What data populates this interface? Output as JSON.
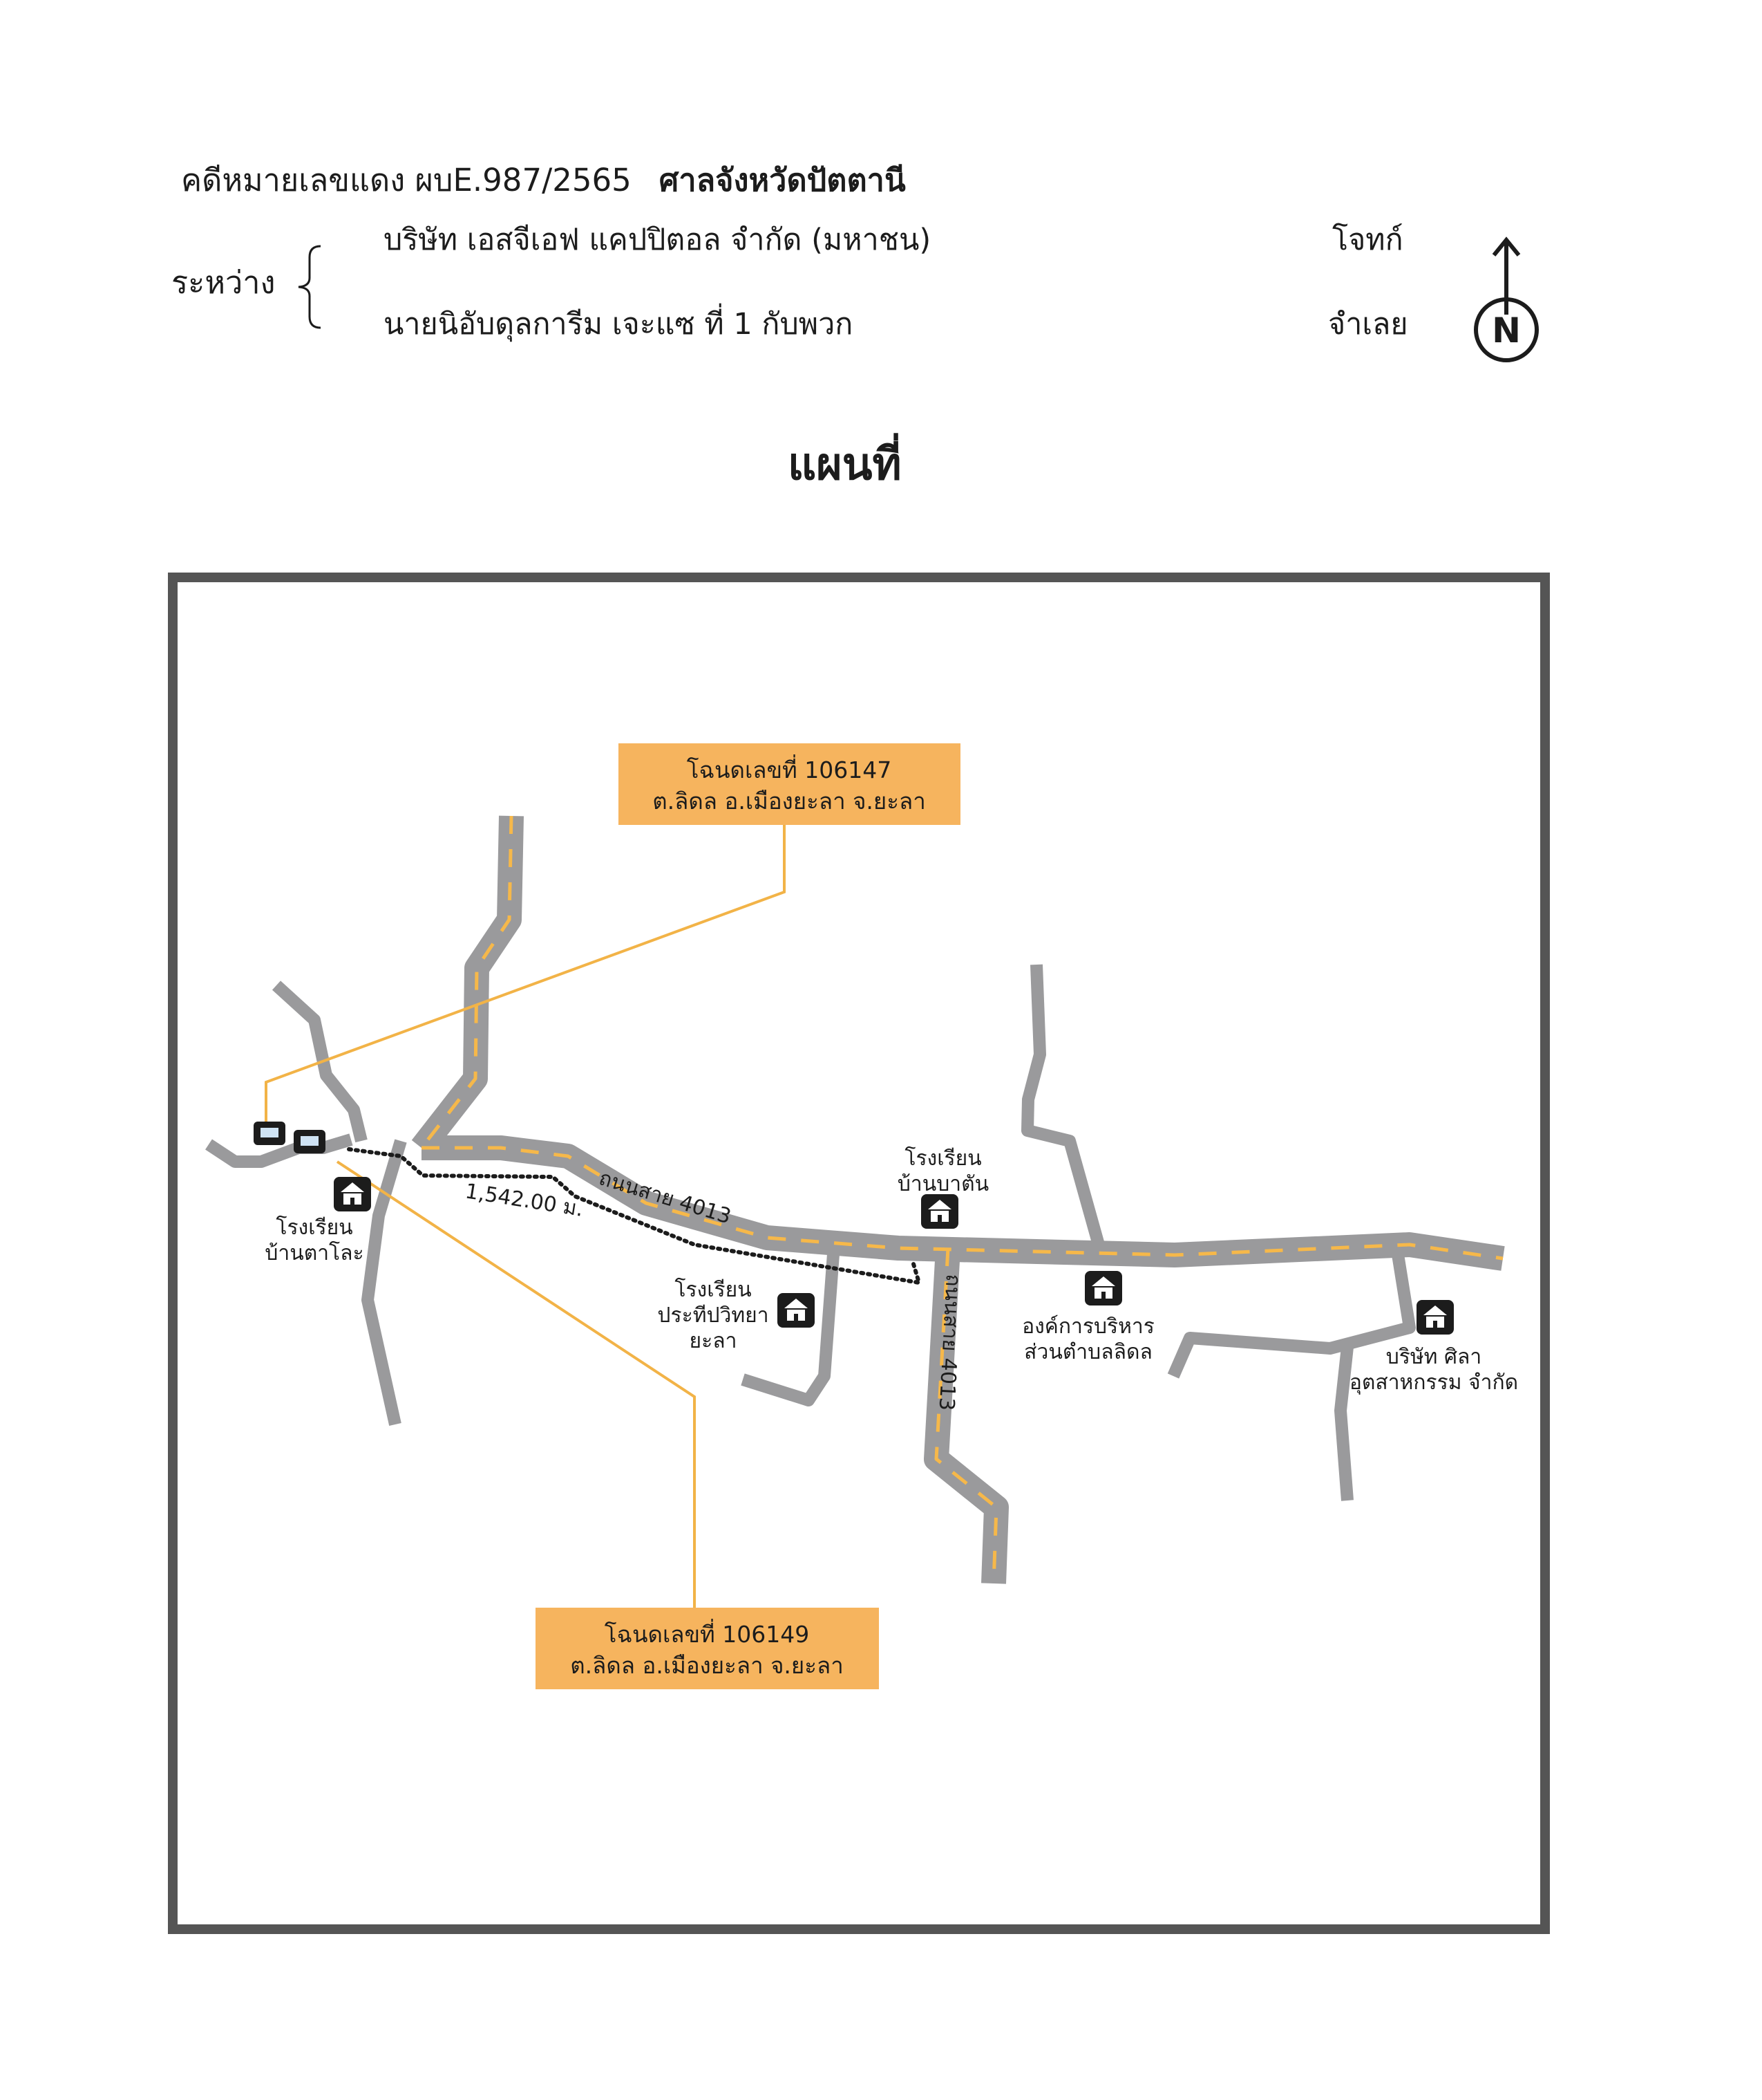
{
  "header": {
    "case_number": "คดีหมายเลขแดง ผบE.987/2565",
    "court": "ศาลจังหวัดปัตตานี",
    "between_label": "ระหว่าง",
    "plaintiff_name": "บริษัท เอสจีเอฟ  แคปปิตอล จำกัด (มหาชน)",
    "plaintiff_role": "โจทก์",
    "defendant_name": "นายนิอับดุลการีม   เจะแซ  ที่ 1 กับพวก",
    "defendant_role": "จำเลย"
  },
  "compass": {
    "letter": "N",
    "icon": "north-arrow-icon"
  },
  "map_title": "แผนที่",
  "map": {
    "deed_callout_top": {
      "line1": "โฉนดเลขที่ 106147",
      "line2": "ต.ลิดล อ.เมืองยะลา จ.ยะลา"
    },
    "deed_callout_bottom": {
      "line1": "โฉนดเลขที่ 106149",
      "line2": "ต.ลิดล อ.เมืองยะลา จ.ยะลา"
    },
    "road_label_main": "ถนนสาย 4013",
    "road_label_branch": "ถนนสาย 4013",
    "distance_label": "1,542.00 ม.",
    "landmarks": {
      "school_tala": {
        "line1": "โรงเรียน",
        "line2": "บ้านตาโละ"
      },
      "school_batan": {
        "line1": "โรงเรียน",
        "line2": "บ้านบาตัน"
      },
      "school_prateep": {
        "line1": "โรงเรียน",
        "line2": "ประทีปวิทยา",
        "line3": "ยะลา"
      },
      "tambon_office": {
        "line1": "องค์การบริหาร",
        "line2": "ส่วนตำบลลิดล"
      },
      "sila_company": {
        "line1": "บริษัท ศิลา",
        "line2": "อุตสาหกรรม จำกัด"
      }
    },
    "colors": {
      "road": "#9a9a9c",
      "road_dash": "#f6b84a",
      "callout_fill": "#f6b45e",
      "leader_line": "#f2b347",
      "frame": "#555555",
      "ink": "#1c1c1c"
    }
  }
}
